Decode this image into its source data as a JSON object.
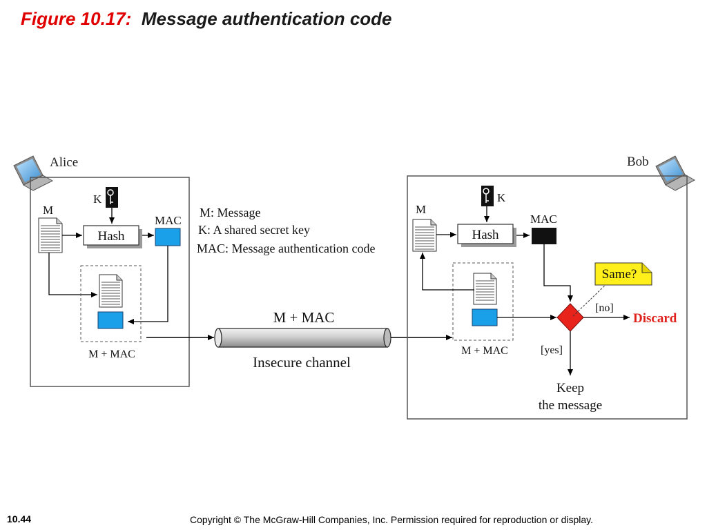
{
  "title": {
    "figure": "Figure 10.17:",
    "text": "Message authentication code"
  },
  "alice": {
    "name": "Alice",
    "m_label": "M",
    "k_label": "K",
    "hash_label": "Hash",
    "mac_label": "MAC",
    "packet_label": "M + MAC"
  },
  "bob": {
    "name": "Bob",
    "m_label": "M",
    "k_label": "K",
    "hash_label": "Hash",
    "mac_label": "MAC",
    "packet_label": "M + MAC",
    "same_label": "Same?",
    "no_label": "[no]",
    "yes_label": "[yes]",
    "discard_label": "Discard",
    "keep_line1": "Keep",
    "keep_line2": "the message"
  },
  "legend": {
    "m": "M: Message",
    "k": "K: A shared secret key",
    "mac": "MAC: Message authentication code"
  },
  "channel": {
    "top_label": "M + MAC",
    "bottom_label": "Insecure channel"
  },
  "footer": {
    "page": "10.44",
    "copyright": "Copyright © The McGraw-Hill Companies, Inc. Permission required for reproduction or display."
  },
  "colors": {
    "mac_blue": "#1aa0e8",
    "red": "#e8231c",
    "note_yellow": "#ffef1a",
    "discard_red": "#e0201a"
  }
}
